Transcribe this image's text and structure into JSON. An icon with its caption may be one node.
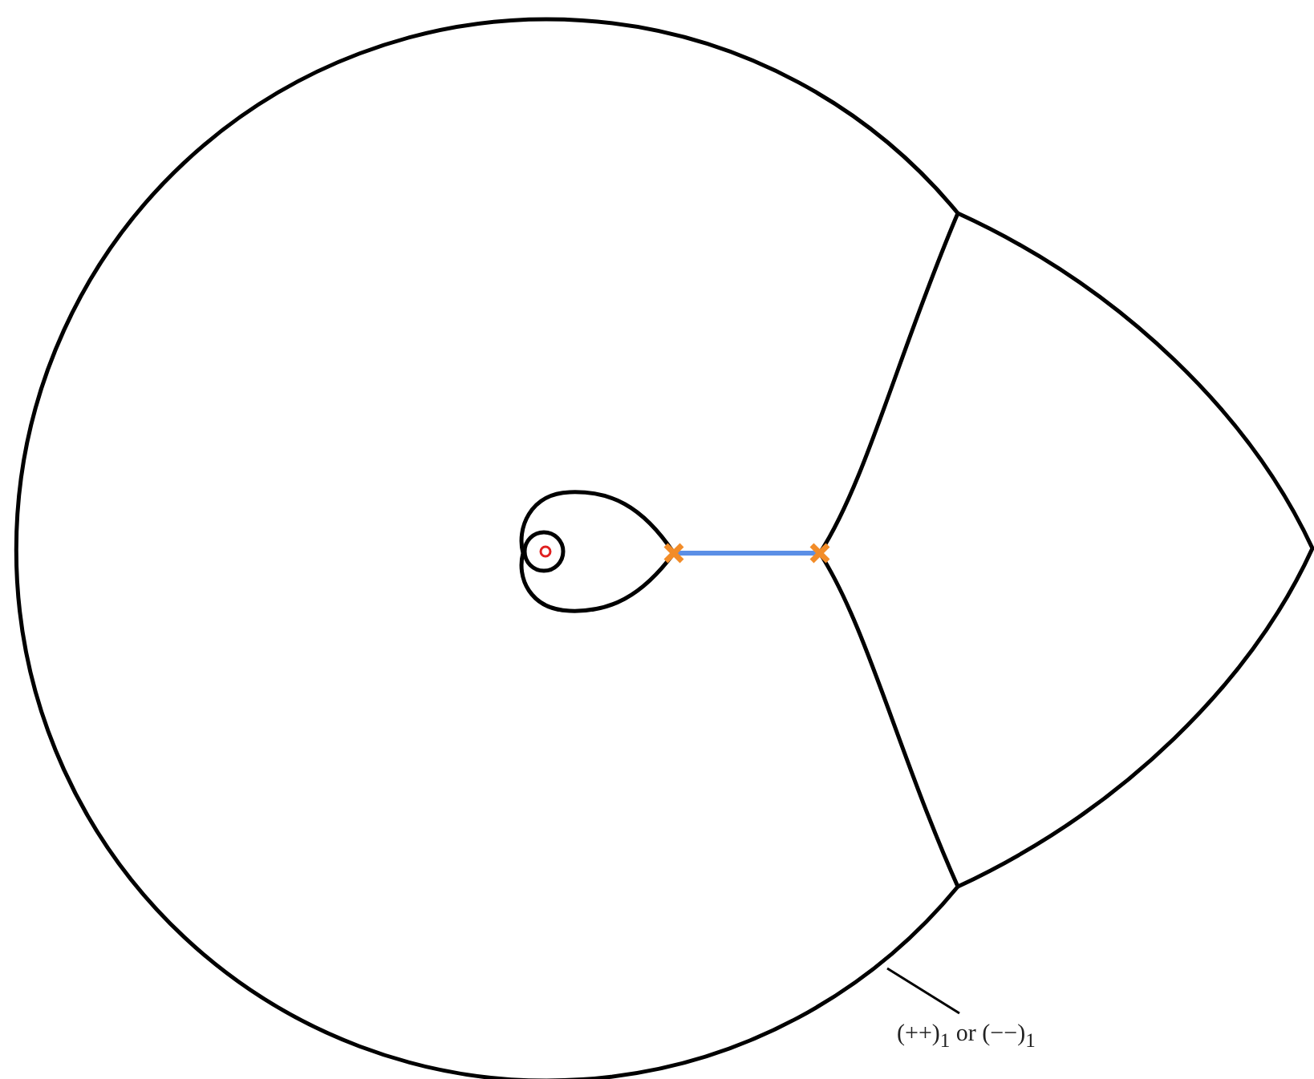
{
  "diagram": {
    "nodes": [
      {
        "text": [
          "(++)$_{1}$ or (−−)$_{1}$"
        ]
      },
      {
        "text": [],
        "shape": "curve"
      }
    ],
    "edges": [
      {
        "from": 0,
        "to": 1,
        "arrow": "none"
      }
    ]
  }
}
